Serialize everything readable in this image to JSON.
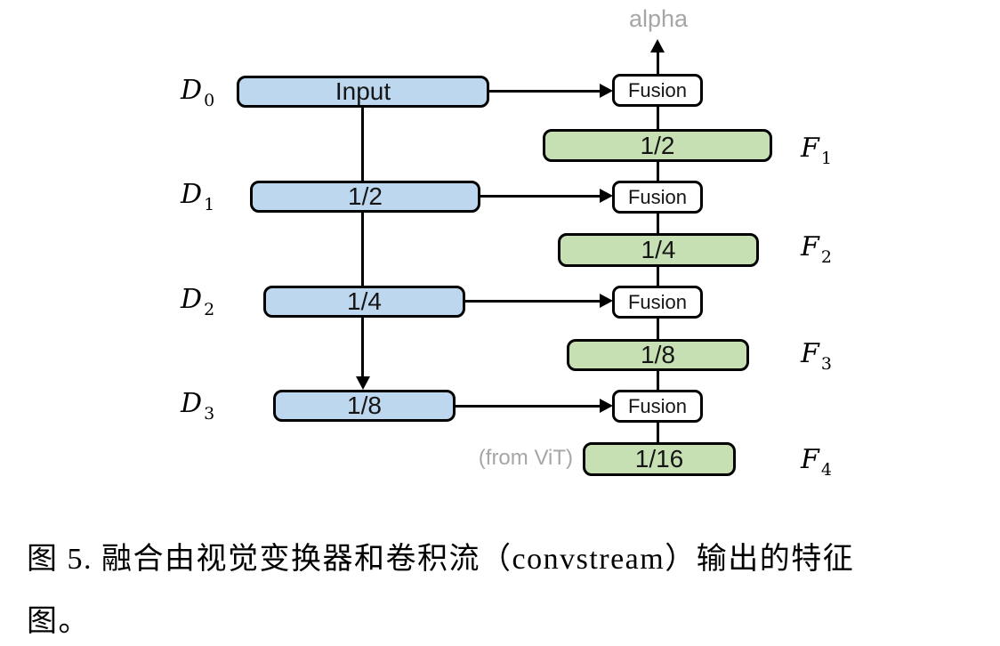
{
  "figure": {
    "alpha_label": "alpha",
    "from_vit_label": "(from ViT)",
    "fusion_label": "Fusion",
    "conv_stream": [
      {
        "name": "D",
        "sub": "0",
        "label": "Input"
      },
      {
        "name": "D",
        "sub": "1",
        "label": "1/2"
      },
      {
        "name": "D",
        "sub": "2",
        "label": "1/4"
      },
      {
        "name": "D",
        "sub": "3",
        "label": "1/8"
      }
    ],
    "fused_features": [
      {
        "name": "F",
        "sub": "1",
        "label": "1/2"
      },
      {
        "name": "F",
        "sub": "2",
        "label": "1/4"
      },
      {
        "name": "F",
        "sub": "3",
        "label": "1/8"
      },
      {
        "name": "F",
        "sub": "4",
        "label": "1/16"
      }
    ],
    "colors": {
      "conv_box_fill": "#BDD7EE",
      "feature_box_fill": "#C6E0B4",
      "fusion_box_fill": "#FFFFFF",
      "outline": "#000000",
      "muted_text": "#A6A6A6"
    }
  },
  "caption": {
    "line1": "图 5. 融合由视觉变换器和卷积流（convstream）输出的特征",
    "line2": "图。"
  }
}
